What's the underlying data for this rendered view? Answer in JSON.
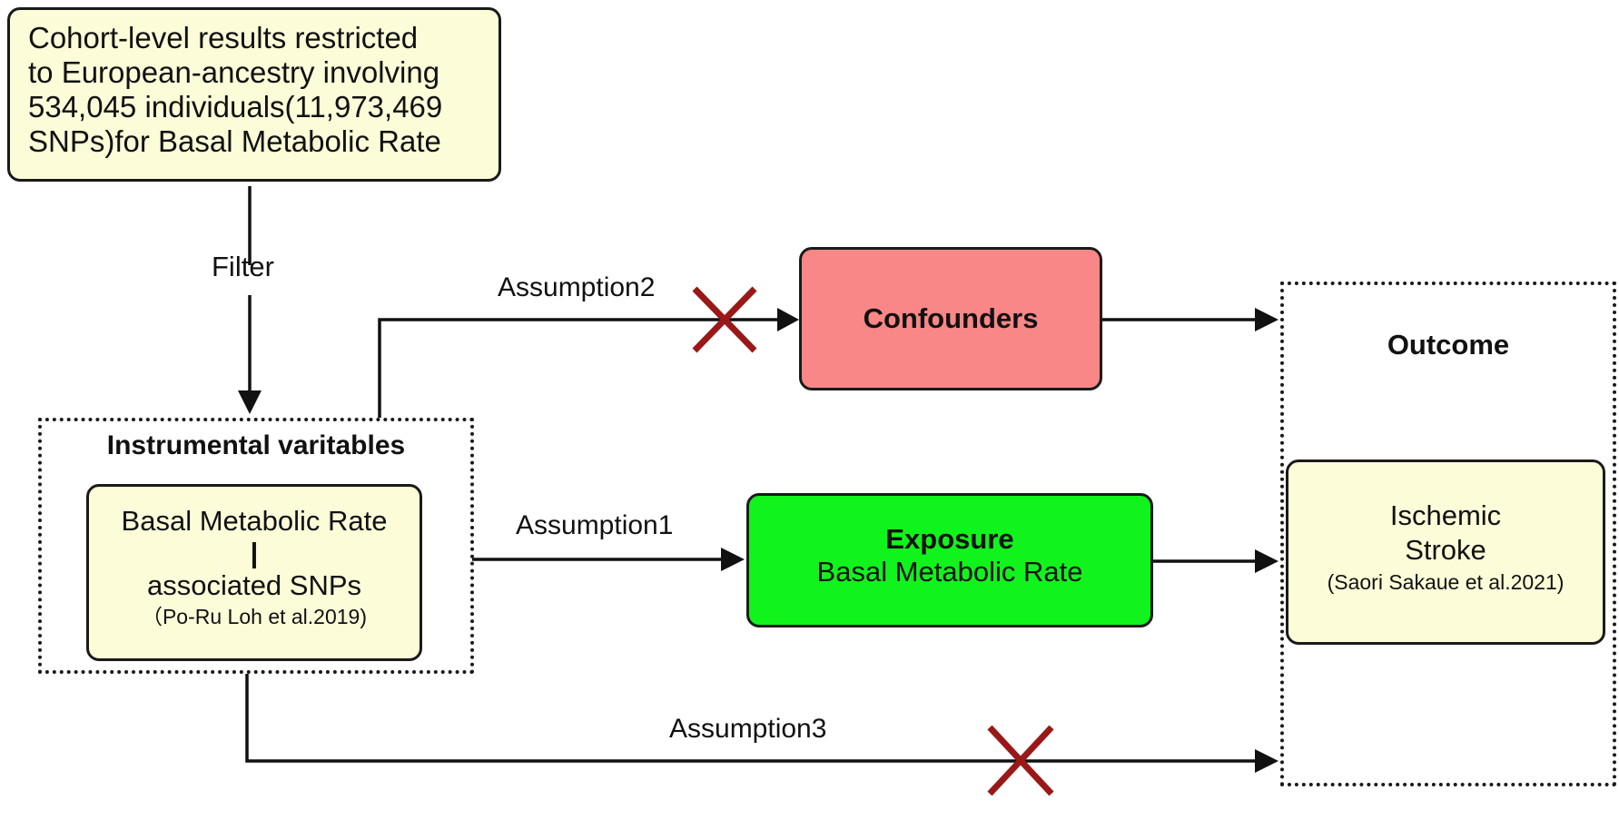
{
  "cohort_box": {
    "lines": [
      "Cohort-level results restricted",
      "to European-ancestry involving",
      "534,045 individuals(11,973,469",
      "SNPs)for Basal Metabolic Rate"
    ],
    "fill": "#fdfcd8"
  },
  "filter_label": "Filter",
  "instrumental": {
    "title": "Instrumental varitables",
    "inner_lines": [
      "Basal Metabolic Rate",
      "|",
      "associated SNPs"
    ],
    "citation": "（Po-Ru Loh et al.2019)",
    "fill": "#fdfcd8"
  },
  "confounders": {
    "label": "Confounders",
    "fill": "#f98787"
  },
  "exposure": {
    "title": "Exposure",
    "subtitle": "Basal Metabolic Rate",
    "fill": "#11f31c"
  },
  "outcome": {
    "title": "Outcome",
    "inner_lines": [
      "Ischemic",
      "Stroke"
    ],
    "citation": "(Saori Sakaue et al.2021)",
    "fill": "#fdfcd8"
  },
  "assumptions": {
    "a1": "Assumption1",
    "a2": "Assumption2",
    "a3": "Assumption3"
  },
  "colors": {
    "line": "#111111",
    "cross": "#9a1818"
  }
}
